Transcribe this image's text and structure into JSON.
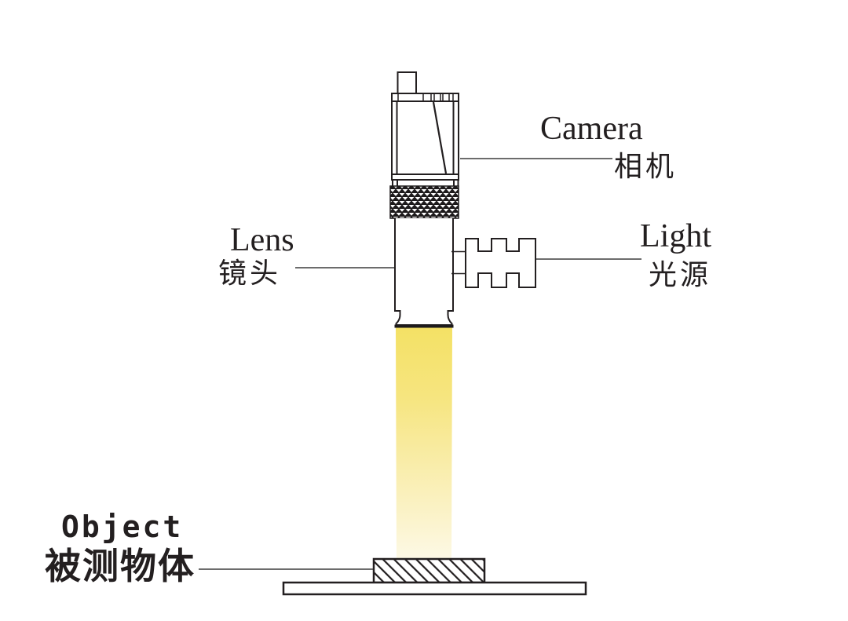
{
  "diagram": {
    "description": "machine-vision-inspection-setup",
    "parts": {
      "camera": {
        "en": "Camera",
        "zh": "相机"
      },
      "lens": {
        "en": "Lens",
        "zh": "镜头"
      },
      "light": {
        "en": "Light",
        "zh": "光源"
      },
      "object": {
        "en": "Object",
        "zh": "被测物体"
      }
    },
    "colors": {
      "line": "#231f20",
      "leader_line": "#3c3c3c",
      "beam_top": "#f4e165",
      "beam_bottom": "#fdf9e6",
      "background": "#ffffff"
    }
  }
}
